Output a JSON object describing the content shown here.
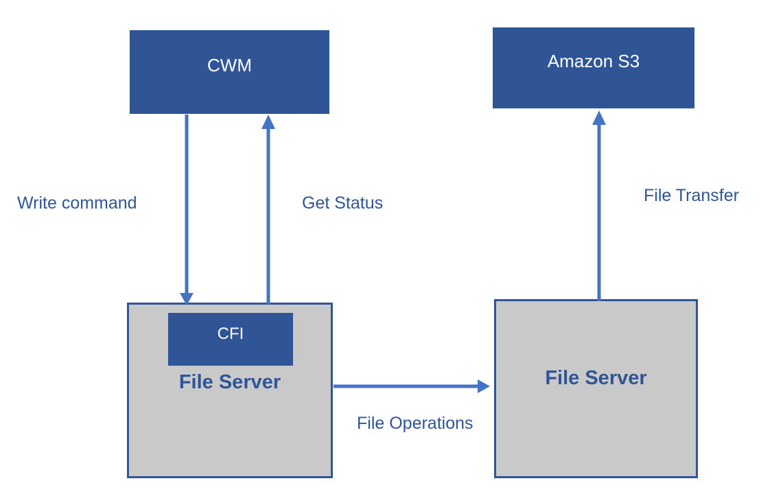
{
  "colors": {
    "node_fill": "#2F5597",
    "node_text": "#FFFFFF",
    "server_fill": "#C9C9C9",
    "server_border": "#2F5597",
    "arrow": "#4472C4",
    "label_text": "#2F5597"
  },
  "nodes": {
    "cwm": {
      "label": "CWM"
    },
    "amazon_s3": {
      "label": "Amazon S3"
    },
    "cfi": {
      "label": "CFI"
    },
    "file_server_left": {
      "label": "File Server"
    },
    "file_server_right": {
      "label": "File Server"
    }
  },
  "edges": {
    "write_command": {
      "label": "Write command",
      "from": "cwm",
      "to": "file_server_left",
      "direction": "down"
    },
    "get_status": {
      "label": "Get Status",
      "from": "file_server_left",
      "to": "cwm",
      "direction": "up"
    },
    "file_transfer": {
      "label": "File Transfer",
      "from": "file_server_right",
      "to": "amazon_s3",
      "direction": "up"
    },
    "file_operations": {
      "label": "File Operations",
      "from": "file_server_left",
      "to": "file_server_right",
      "direction": "right"
    }
  }
}
